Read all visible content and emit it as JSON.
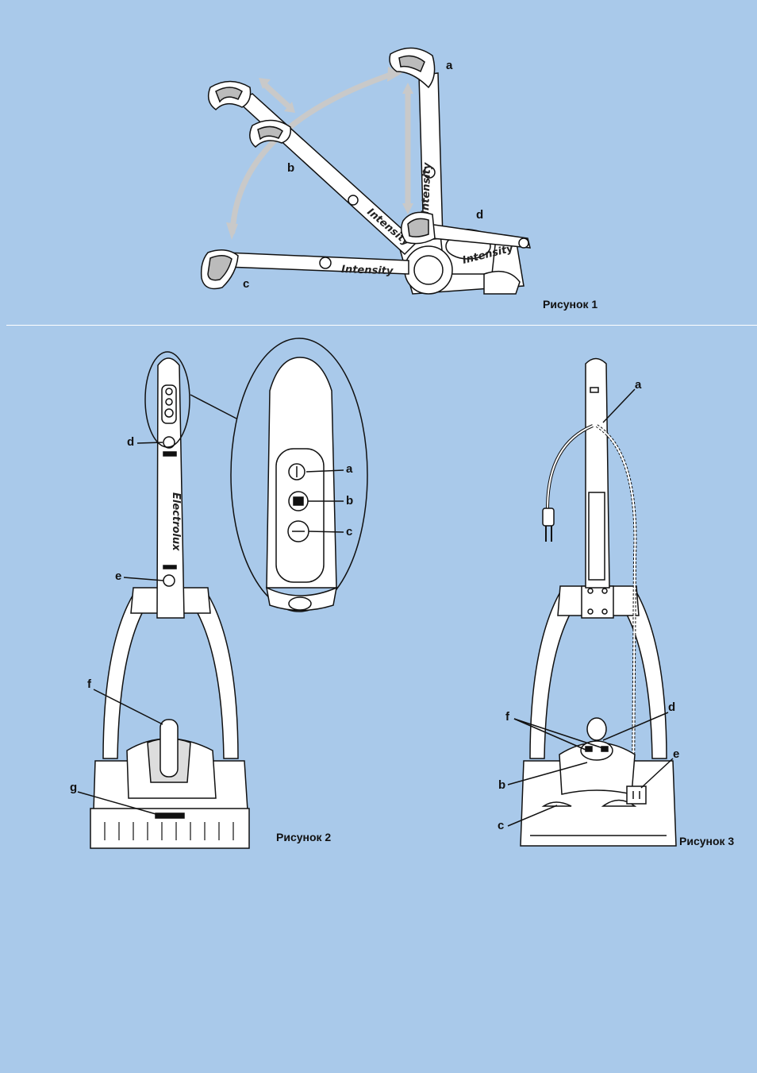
{
  "figure1": {
    "caption": "Рисунок 1",
    "labels": {
      "a": "a",
      "b": "b",
      "c": "c",
      "d": "d"
    },
    "brand_text": "Intensity"
  },
  "figure2": {
    "caption": "Рисунок 2",
    "labels": {
      "a": "a",
      "b": "b",
      "c": "c",
      "d": "d",
      "e": "e",
      "f": "f",
      "g": "g"
    },
    "brand_text": "Electrolux"
  },
  "figure3": {
    "caption": "Рисунок 3",
    "labels": {
      "a": "a",
      "b": "b",
      "c": "c",
      "d": "d",
      "e": "e",
      "f": "f"
    }
  },
  "colors": {
    "background": "#a9c9ea",
    "line": "#111111",
    "body": "#ffffff",
    "arrow": "#c8c8c8"
  }
}
